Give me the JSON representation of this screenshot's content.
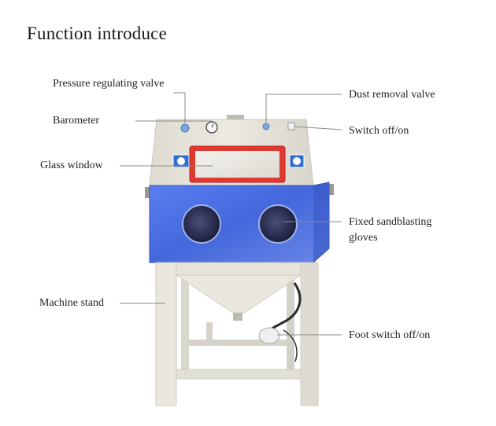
{
  "title": "Function introduce",
  "labels": {
    "pressure_valve": "Pressure regulating valve",
    "barometer": "Barometer",
    "glass_window": "Glass window",
    "machine_stand": "Machine stand",
    "dust_valve": "Dust removal valve",
    "switch": "Switch off/on",
    "gloves_line1": "Fixed sandblasting",
    "gloves_line2": "gloves",
    "foot_switch": "Foot switch off/on"
  },
  "colors": {
    "cabinet_blue": "#4a6fe0",
    "frame_cream": "#e8e6dc",
    "window_red": "#d9312b",
    "leader_line": "#888888"
  }
}
